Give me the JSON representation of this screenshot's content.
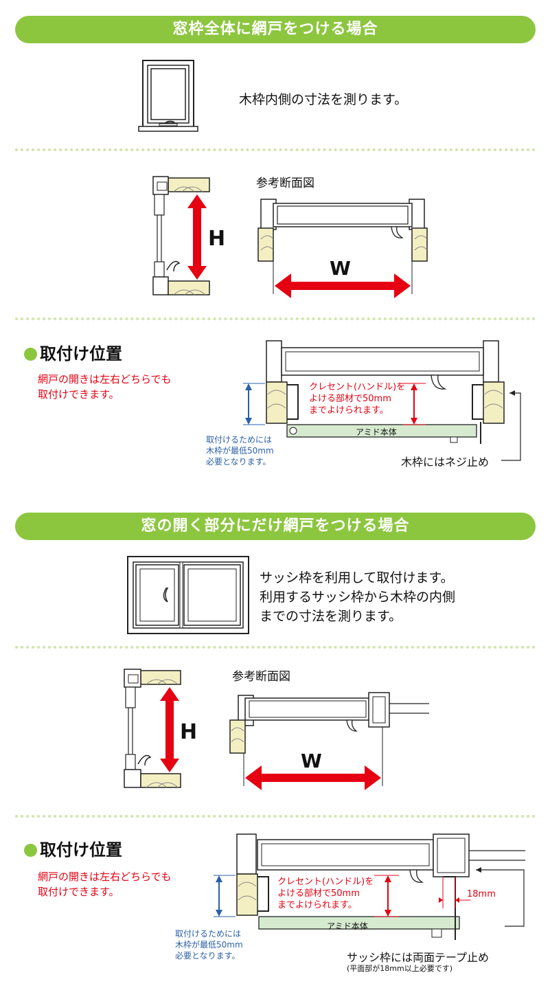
{
  "section1": {
    "banner": "窓枠全体に網戸をつける場合",
    "instruction": "木枠内側の寸法を測ります。",
    "reference_label": "参考断面図",
    "h_label": "H",
    "w_label": "W",
    "mount_title": "取付け位置",
    "mount_note_line1": "網戸の開きは左右どちらでも",
    "mount_note_line2": "取付けできます。",
    "crescent_line1": "クレセント(ハンドル)を",
    "crescent_line2": "よける部材で50mm",
    "crescent_line3": "までよけられます。",
    "screen_body": "アミド本体",
    "requirement_line1": "取付けるためには",
    "requirement_line2": "木枠が最低50mm",
    "requirement_line3": "必要となります。",
    "fixing_note": "木枠にはネジ止め"
  },
  "section2": {
    "banner": "窓の開く部分にだけ網戸をつける場合",
    "instruction_line1": "サッシ枠を利用して取付けます。",
    "instruction_line2": "利用するサッシ枠から木枠の内側",
    "instruction_line3": "までの寸法を測ります。",
    "reference_label": "参考断面図",
    "h_label": "H",
    "w_label": "W",
    "mount_title": "取付け位置",
    "mount_note_line1": "網戸の開きは左右どちらでも",
    "mount_note_line2": "取付けできます。",
    "crescent_line1": "クレセント(ハンドル)を",
    "crescent_line2": "よける部材で50mm",
    "crescent_line3": "までよけられます。",
    "screen_body": "アミド本体",
    "requirement_line1": "取付けるためには",
    "requirement_line2": "木枠が最低50mm",
    "requirement_line3": "必要となります。",
    "dimension_label": "18mm",
    "fixing_note": "サッシ枠には両面テープ止め",
    "fixing_subnote": "(平面部が18mm以上必要です)"
  },
  "colors": {
    "banner": "#8cc63f",
    "arrow_red": "#e50012",
    "dimension_blue": "#2a5fa8",
    "wood": "#f4efc2",
    "screen": "#d6ead0",
    "dotted_divider": "#cfe5a9"
  }
}
